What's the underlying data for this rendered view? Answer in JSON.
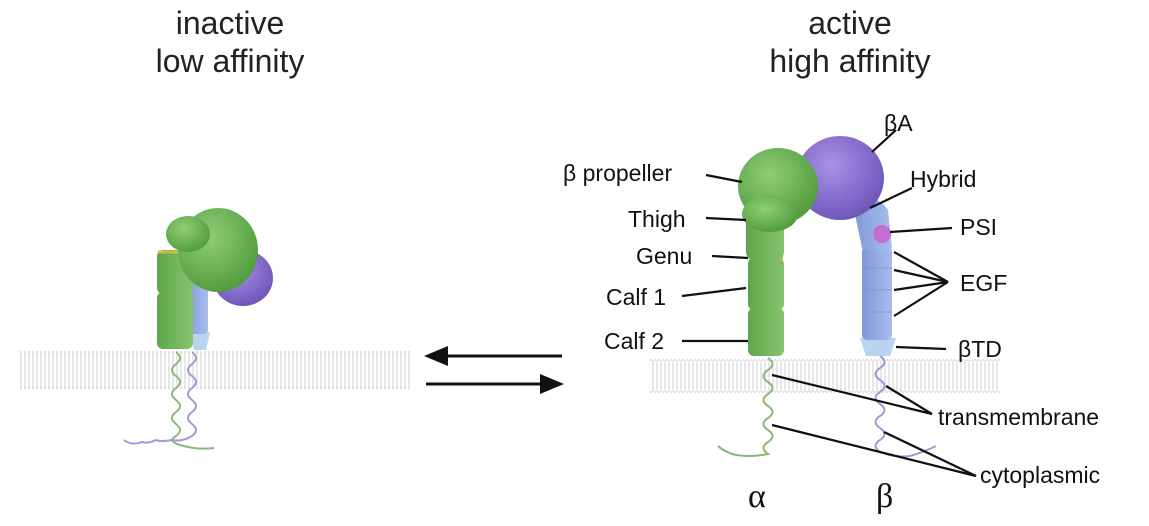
{
  "titles": {
    "inactive_line1": "inactive",
    "inactive_line2": "low affinity",
    "active_line1": "active",
    "active_line2": "high affinity"
  },
  "labels": {
    "beta_propeller": "β propeller",
    "thigh": "Thigh",
    "genu": "Genu",
    "calf1": "Calf 1",
    "calf2": "Calf 2",
    "beta_a": "βA",
    "hybrid": "Hybrid",
    "psi": "PSI",
    "egf": "EGF",
    "beta_td": "βTD",
    "transmembrane": "transmembrane",
    "cytoplasmic": "cytoplasmic"
  },
  "subunits": {
    "alpha": "α",
    "beta": "β"
  },
  "colors": {
    "alpha_green": "#6db356",
    "alpha_green_dark": "#4f9a3c",
    "beta_blue": "#8fa6e0",
    "beta_blue_light": "#b3c8ee",
    "beta_a_purple": "#8a6fcf",
    "psi_magenta": "#c070d0",
    "genu_yellow": "#c8c23a",
    "membrane_gray": "#d9d9d9"
  }
}
